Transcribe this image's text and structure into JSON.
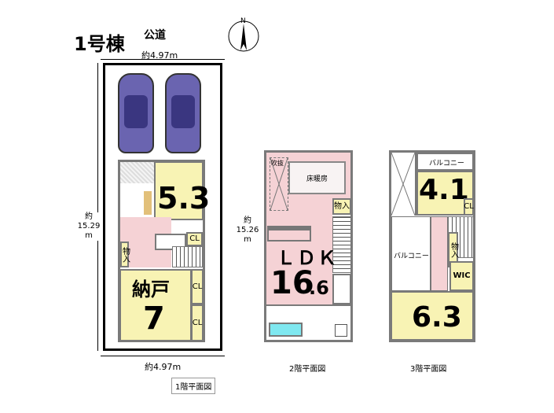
{
  "title": "1号棟",
  "road": "公道",
  "compass": "N",
  "floor1": {
    "width_top": "約4.97m",
    "width_bottom": "約4.97m",
    "depth": [
      "約",
      "15.29",
      "m"
    ],
    "caption": "1階平面図",
    "rooms": {
      "bedroom_num": "5.3",
      "closet1": "CL",
      "storage": "物入",
      "nando_label": "納戸",
      "nando_num": "7",
      "closet2": "CL",
      "closet3": "CL"
    }
  },
  "floor2": {
    "depth": [
      "約",
      "15.26",
      "m"
    ],
    "caption": "2階平面図",
    "rooms": {
      "void": "吹抜",
      "floor_heating": "床暖房",
      "storage": "物入",
      "ldk_label": "ＬＤＫ",
      "ldk_num": "16",
      "ldk_dec": ".6"
    }
  },
  "floor3": {
    "caption": "3階平面図",
    "rooms": {
      "balcony_top": "バルコニー",
      "bedroom1_num": "4.1",
      "closet": "CL",
      "balcony_mid": "バルコニー",
      "storage": "物入",
      "wic": "WIC",
      "bedroom2_num": "6.3"
    }
  },
  "colors": {
    "room": "#f8f3b4",
    "ldk": "#f5d2d5",
    "wall": "#7a7a7a",
    "car": "#6a64b0",
    "bath": "#7fe8f0"
  }
}
